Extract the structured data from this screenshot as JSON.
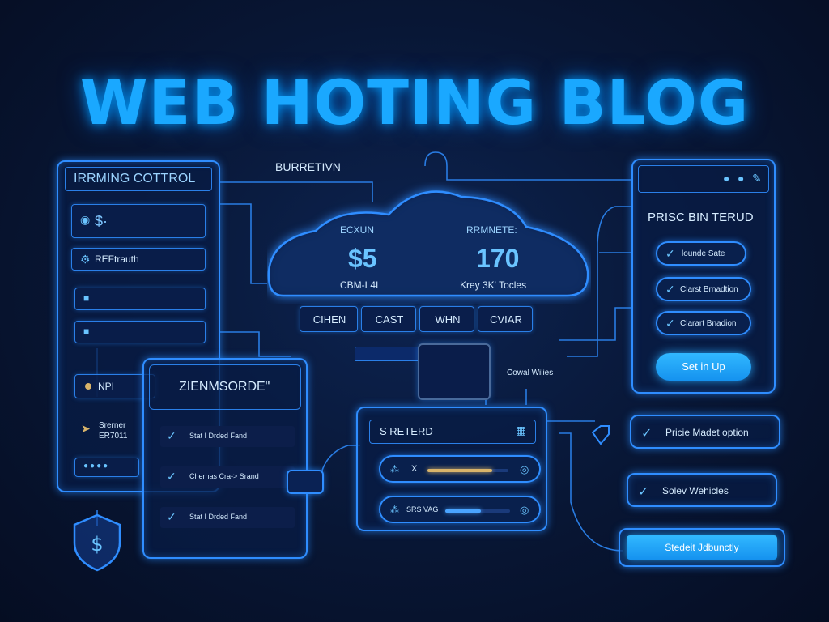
{
  "title": "WEB HOTING BLOG",
  "burretivn_label": "BURRETIVN",
  "control_panel": {
    "header": "IRRMING COTTROL",
    "rows": [
      {
        "icon": "gear-icon",
        "label": "$·"
      },
      {
        "icon": "gear-icon",
        "label": "REFtrauth"
      },
      {
        "icon": "toggle-icon",
        "label": "■"
      },
      {
        "icon": "toggle-icon",
        "label": "■"
      },
      {
        "icon": "dot-icon",
        "label": "NPI"
      },
      {
        "icon": "arrow-icon",
        "label": "Srerner\nER7011"
      },
      {
        "icon": "dots-icon",
        "label": "●●●●"
      }
    ]
  },
  "cloud": {
    "left_caption": "ECXUN",
    "left_value": "$5",
    "left_sub": "CBM-L4I",
    "right_caption": "RRMNETE:",
    "right_value": "170",
    "right_sub": "Krey 3K' Tocles",
    "tabs": [
      "CIHEN",
      "CAST",
      "WHN",
      "CVIAR"
    ]
  },
  "monitor_caption": "Cowal Wilies",
  "right_panel": {
    "header_icons": [
      "drop-icon",
      "drop-icon",
      "tool-icon"
    ],
    "subtitle": "PRISC BIN TERUD",
    "options": [
      "lounde Sate",
      "Clarst Brnadtion",
      "Clarart Bnadion"
    ],
    "button": "Set in Up"
  },
  "middle_panel": {
    "header": "ZIENMSORDE\"",
    "items": [
      "Stat I Drded Fand",
      "Chernas Cra-> Srand",
      "Stat I Drded Fand"
    ]
  },
  "retend_panel": {
    "header": "S RETERD",
    "sliders": [
      {
        "label": "X",
        "value": 0.8,
        "color": "#d9b46a"
      },
      {
        "label": "SRS VAG",
        "value": 0.55,
        "color": "#4aa4ff"
      }
    ]
  },
  "far_right": {
    "option1": "Pricie Madet option",
    "option2": "Solev Wehicles",
    "button": "Stedeit Jdbunctly"
  },
  "colors": {
    "accent": "#2f8dff",
    "cyan": "#1aa8ff",
    "bg": "#081634"
  }
}
